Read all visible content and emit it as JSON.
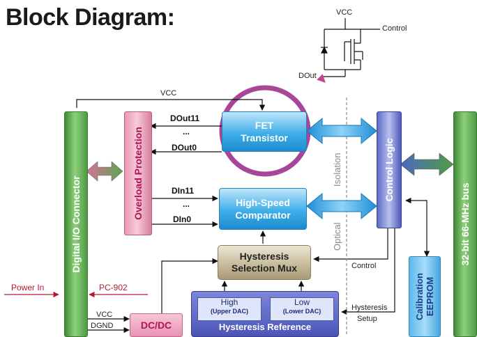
{
  "title": "Block Diagram:",
  "blocks": {
    "io_connector": "Digital I/O Connector",
    "overload": "Overload Protection",
    "fet_line1": "FET",
    "fet_line2": "Transistor",
    "comp_line1": "High-Speed",
    "comp_line2": "Comparator",
    "mux_line1": "Hysteresis",
    "mux_line2": "Selection Mux",
    "control_logic": "Control Logic",
    "bus": "32-bit 66-MHz bus",
    "cal_line1": "Calibration",
    "cal_line2": "EEPROM",
    "dcdc": "DC/DC",
    "hyst_ref": "Hysteresis Reference",
    "dac_high": "High",
    "dac_high_sub": "(Upper DAC)",
    "dac_low": "Low",
    "dac_low_sub": "(Lower DAC)"
  },
  "signals": {
    "vcc_top": "VCC",
    "vcc_inset": "VCC",
    "control_inset": "Control",
    "dout_inset": "DOut",
    "dout11": "DOut11",
    "dots1": "...",
    "dout0": "DOut0",
    "din11": "DIn11",
    "dots2": "...",
    "din0": "DIn0",
    "isolation": "Isolation",
    "optical": "Optical",
    "control": "Control",
    "hysteresis_setup_1": "Hysteresis",
    "hysteresis_setup_2": "Setup",
    "power_in": "Power In",
    "pc902": "PC-902",
    "vcc_bottom": "VCC",
    "dgnd": "DGND"
  },
  "colors": {
    "highlight_circle": "#a8479a",
    "red_label": "#b31b34"
  }
}
